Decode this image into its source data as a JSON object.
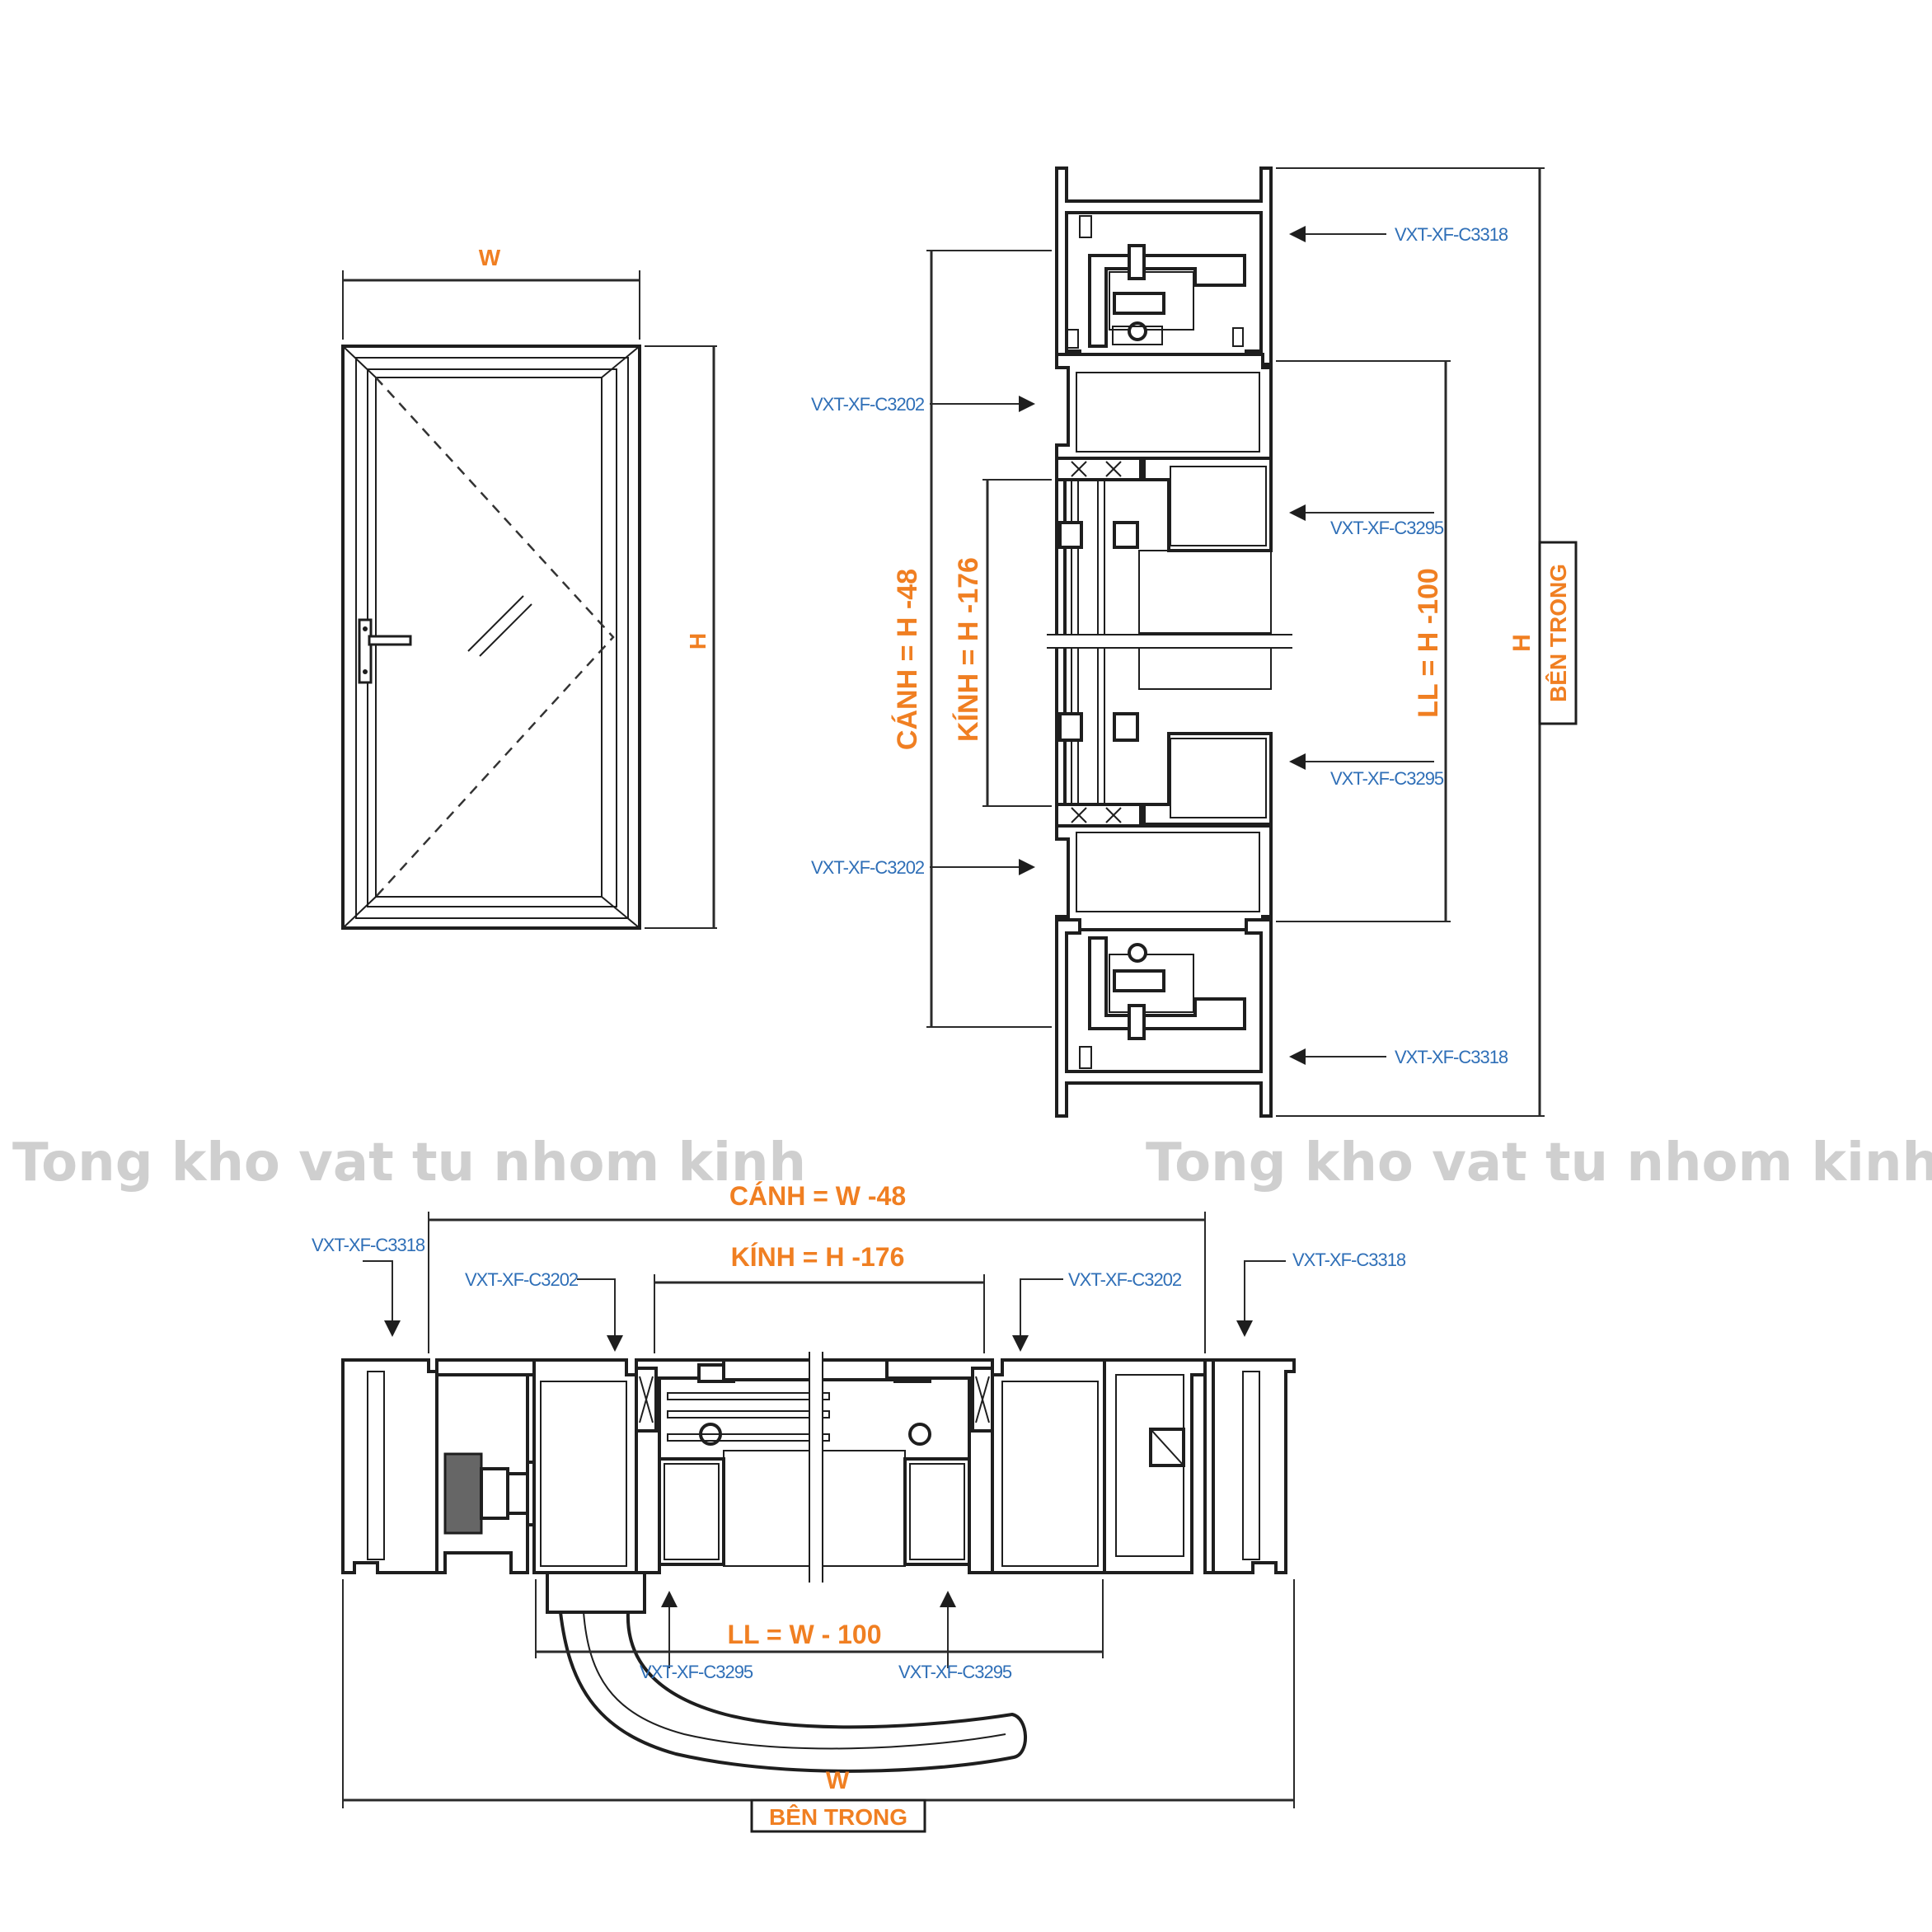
{
  "watermark": {
    "left": "Tong kho vat tu nhom kinh",
    "right": "Tong kho vat tu nhom kinh"
  },
  "elevation": {
    "width_label": "W",
    "height_label": "H"
  },
  "vertical_section": {
    "overall_label": "H",
    "canh_label": "CÁNH = H -48",
    "kinh_label": "KÍNH = H -176",
    "ll_label": "LL = H -100",
    "side_label": "BÊN TRONG",
    "codes": {
      "top_frame": "VXT-XF-C3318",
      "top_sash": "VXT-XF-C3202",
      "top_bead": "VXT-XF-C3295",
      "bottom_bead": "VXT-XF-C3295",
      "bottom_sash": "VXT-XF-C3202",
      "bottom_frame": "VXT-XF-C3318"
    }
  },
  "horizontal_section": {
    "canh_label": "CÁNH = W -48",
    "kinh_label": "KÍNH = H -176",
    "ll_label": "LL = W - 100",
    "overall_label": "W",
    "side_label": "BÊN TRONG",
    "codes": {
      "left_frame": "VXT-XF-C3318",
      "left_sash": "VXT-XF-C3202",
      "right_sash": "VXT-XF-C3202",
      "right_frame": "VXT-XF-C3318",
      "left_bead": "VXT-XF-C3295",
      "right_bead": "VXT-XF-C3295"
    }
  },
  "colors": {
    "dimension": "#f07f22",
    "profile_code": "#2f6fb7",
    "lines": "#1e1e1e",
    "watermark": "#cfcfcf"
  }
}
